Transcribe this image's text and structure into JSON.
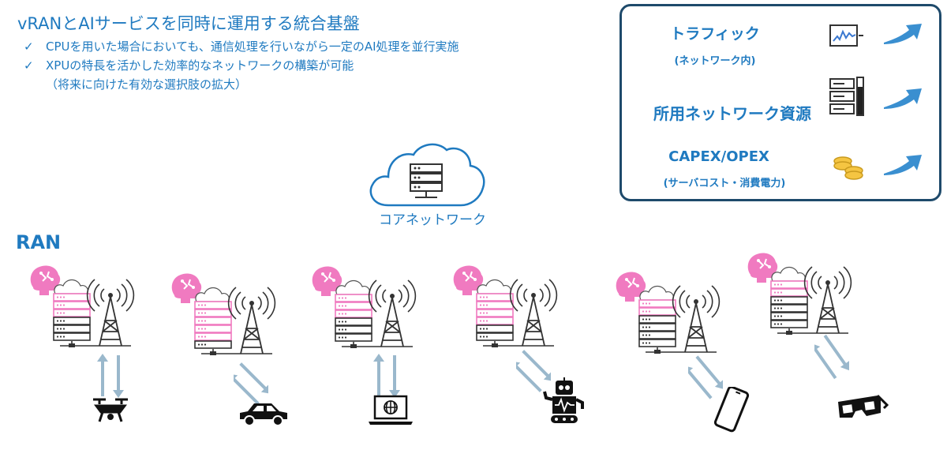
{
  "header": {
    "title": "vRANとAIサービスを同時に運用する統合基盤",
    "bullets": [
      "CPUを用いた場合においても、通信処理を行いながら一定のAI処理を並行実施",
      "XPUの特長を活かした効率的なネットワークの構築が可能"
    ],
    "bullet_sub": "（将来に向けた有効な選択肢の拡大）",
    "check_mark": "✓"
  },
  "legend": {
    "traffic": "トラフィック",
    "traffic_sub": "(ネットワーク内)",
    "resources": "所用ネットワーク資源",
    "capex": "CAPEX/OPEX",
    "capex_sub": "(サーバコスト・消費電力)",
    "icons": [
      "traffic-monitor-icon",
      "server-rack-icon",
      "coins-icon"
    ],
    "arrow_color": "#3a8fd0"
  },
  "core": {
    "label": "コアネットワーク",
    "icon": "cloud-server-icon"
  },
  "ran": {
    "label": "RAN",
    "sites": [
      {
        "ai_brain": true,
        "pink_rows": 2,
        "device": "drone-icon"
      },
      {
        "ai_brain": true,
        "pink_rows": 4,
        "device": "car-icon"
      },
      {
        "ai_brain": true,
        "pink_rows": 2,
        "device": "laptop-icon"
      },
      {
        "ai_brain": true,
        "pink_rows": 3,
        "device": "robot-icon"
      },
      {
        "ai_brain": true,
        "pink_rows": 1,
        "device": "smartphone-icon"
      },
      {
        "ai_brain": true,
        "pink_rows": 1,
        "device": "vr-glasses-icon"
      }
    ]
  },
  "colors": {
    "primary": "#1f7ac0",
    "pink": "#f07ac0",
    "link_arrow": "#9ab8cc",
    "legend_border": "#1e4a6b"
  }
}
